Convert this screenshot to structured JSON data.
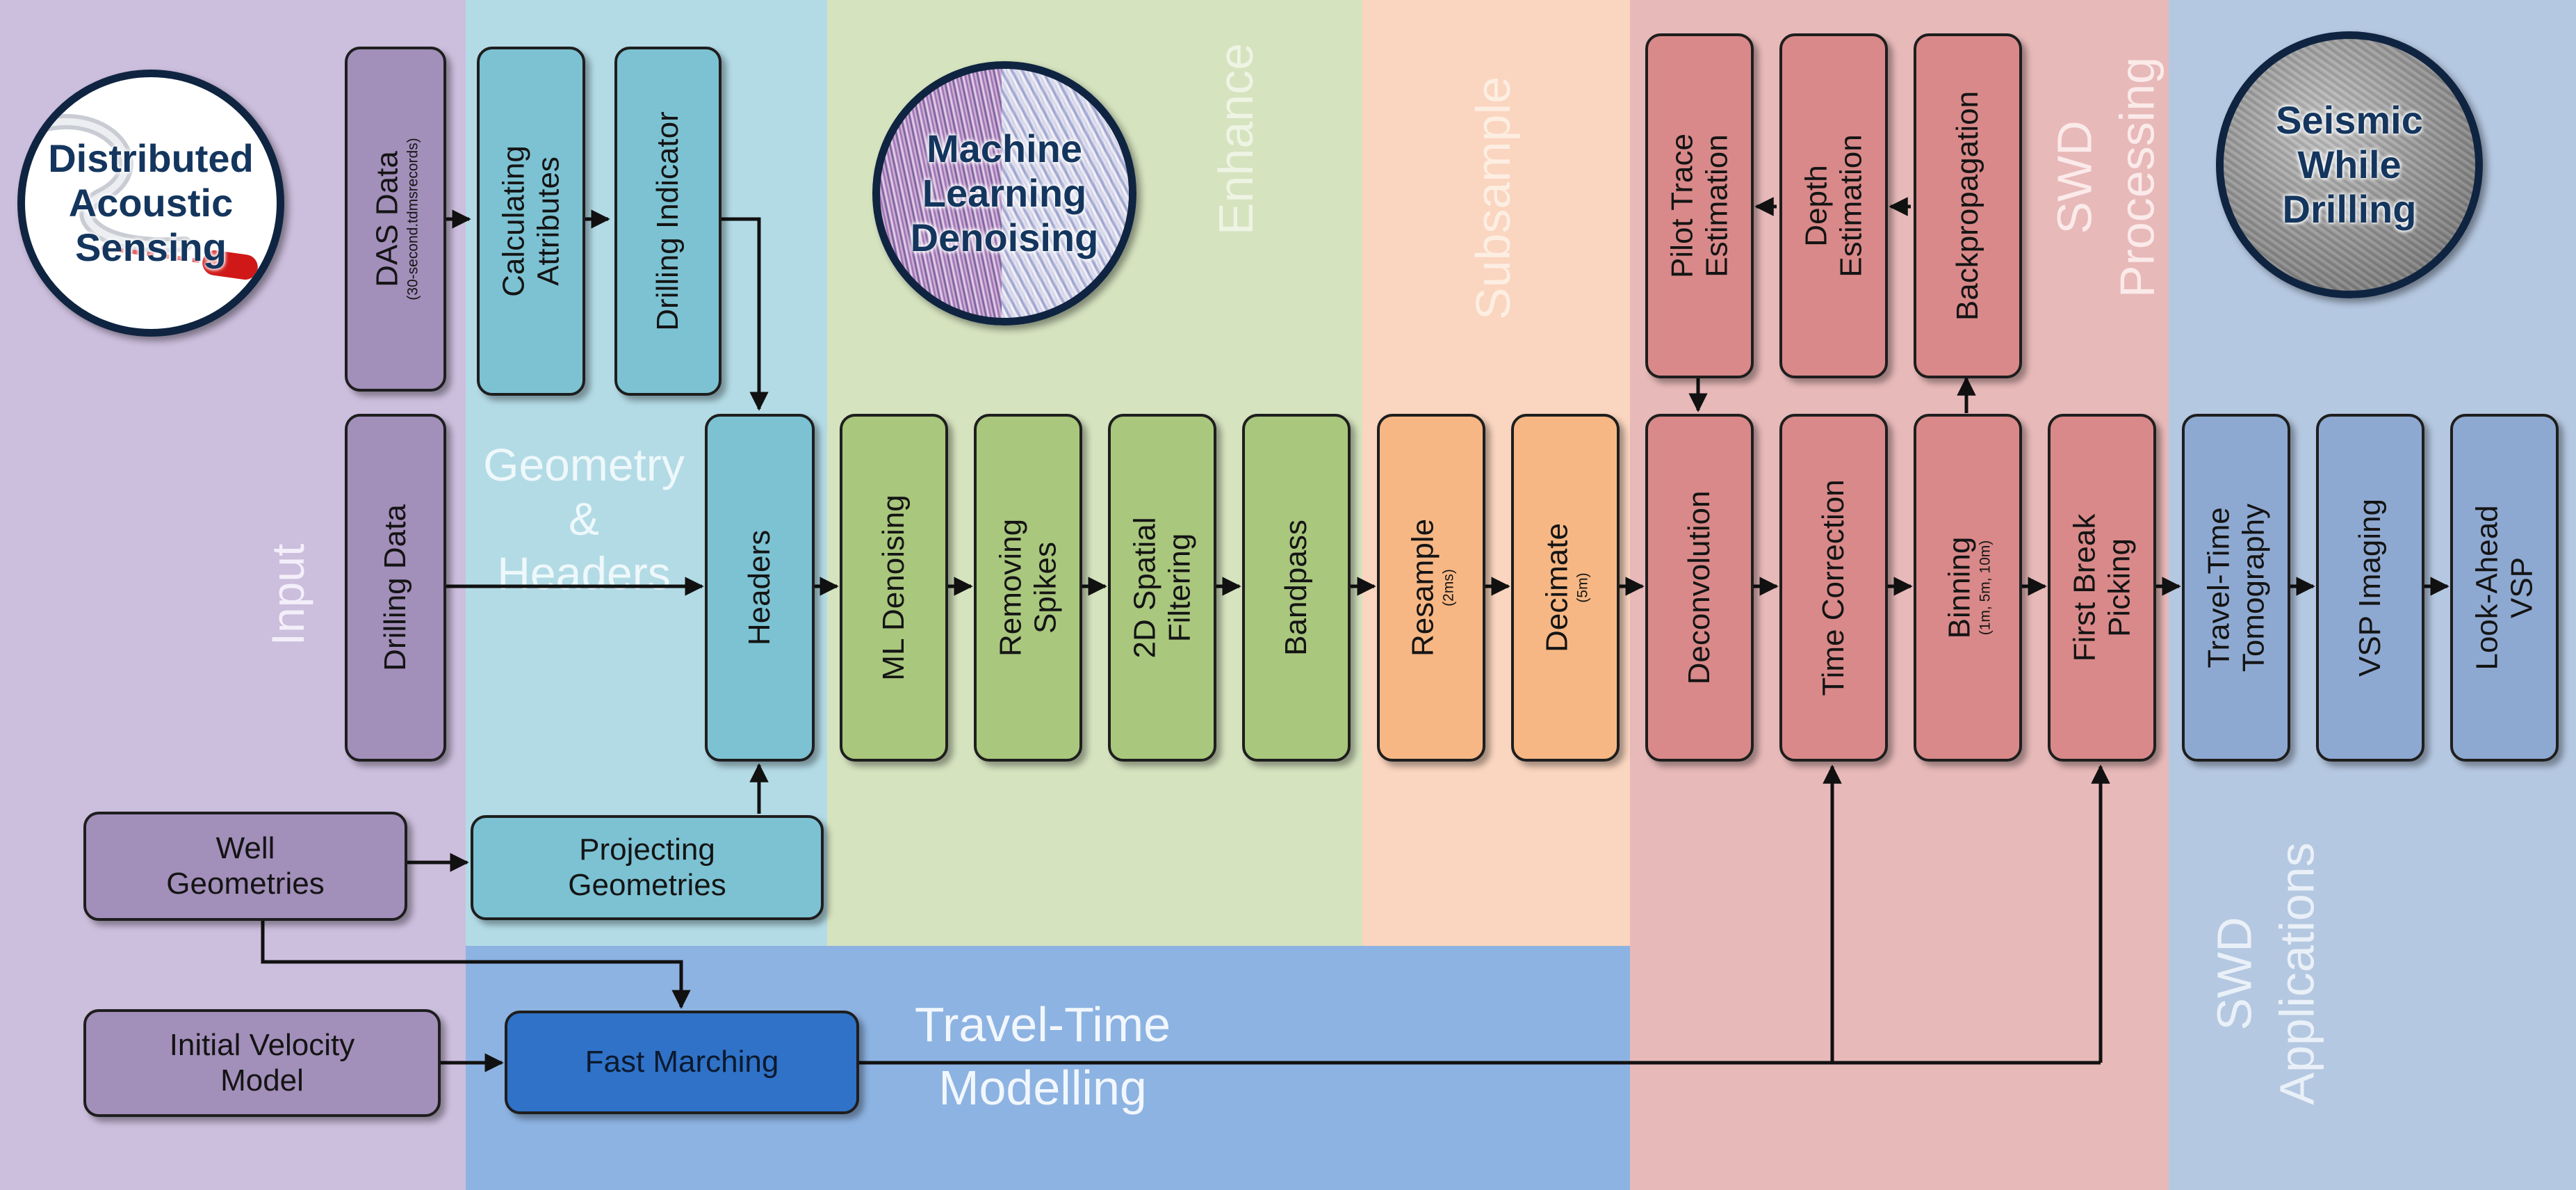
{
  "colors": {
    "input": "#ccbedd",
    "geometry": "#b3dbe6",
    "enhance": "#d5e3bf",
    "subsample": "#fad5bf",
    "processing": "#e8b9b9",
    "applications": "#b5c8e1",
    "traveltime": "#8db3e2",
    "box_input": "#a28fba",
    "box_geometry": "#7cc2d3",
    "box_enhance": "#a9c77d",
    "box_subsample": "#f6b784",
    "box_processing": "#d98989",
    "box_applications": "#8ea9d1",
    "box_fastmarching": "#2f72c8",
    "circle_border": "#0f2440",
    "circle_text": "#14365e"
  },
  "sections": {
    "input": "Input",
    "geometry": [
      "Geometry",
      "&",
      "Headers"
    ],
    "enhance": "Enhance",
    "subsample": "Subsample",
    "processing": [
      "SWD",
      "Processing"
    ],
    "applications": [
      "SWD",
      "Applications"
    ],
    "traveltime": [
      "Travel-Time",
      "Modelling"
    ]
  },
  "circles": {
    "das": [
      "Distributed",
      "Acoustic",
      "Sensing"
    ],
    "ml": [
      "Machine",
      "Learning",
      "Denoising"
    ],
    "swd": [
      "Seismic",
      "While",
      "Drilling"
    ]
  },
  "boxes": {
    "das_data": {
      "label": "DAS Data",
      "sub": "(30-second.tdmsrecords)"
    },
    "drilling_data": {
      "label": "Drilling Data"
    },
    "calc_attr": {
      "lines": [
        "Calculating",
        "Attributes"
      ]
    },
    "drilling_indicator": {
      "label": "Drilling Indicator"
    },
    "headers": {
      "label": "Headers"
    },
    "well_geom": {
      "lines": [
        "Well",
        "Geometries"
      ]
    },
    "proj_geom": {
      "lines": [
        "Projecting",
        "Geometries"
      ]
    },
    "init_vel": {
      "lines": [
        "Initial Velocity",
        "Model"
      ]
    },
    "fast_marching": {
      "label": "Fast Marching"
    },
    "ml_denoising": {
      "label": "ML Denoising"
    },
    "removing_spikes": {
      "lines": [
        "Removing",
        "Spikes"
      ]
    },
    "spatial_filter": {
      "lines": [
        "2D Spatial",
        "Filtering"
      ]
    },
    "bandpass": {
      "label": "Bandpass"
    },
    "resample": {
      "label": "Resample",
      "sub": "(2ms)"
    },
    "decimate": {
      "label": "Decimate",
      "sub": "(5m)"
    },
    "pilot_trace": {
      "lines": [
        "Pilot Trace",
        "Estimation"
      ]
    },
    "depth_est": {
      "lines": [
        "Depth",
        "Estimation"
      ]
    },
    "backprop": {
      "label": "Backpropagation"
    },
    "deconvolution": {
      "label": "Deconvolution"
    },
    "time_correction": {
      "label": "Time Correction"
    },
    "binning": {
      "label": "Binning",
      "sub": "(1m, 5m, 10m)"
    },
    "first_break": {
      "lines": [
        "First Break",
        "Picking"
      ]
    },
    "tomography": {
      "lines": [
        "Travel-Time",
        "Tomography"
      ]
    },
    "vsp_imaging": {
      "label": "VSP Imaging"
    },
    "lookahead": {
      "lines": [
        "Look-Ahead",
        "VSP"
      ]
    }
  }
}
